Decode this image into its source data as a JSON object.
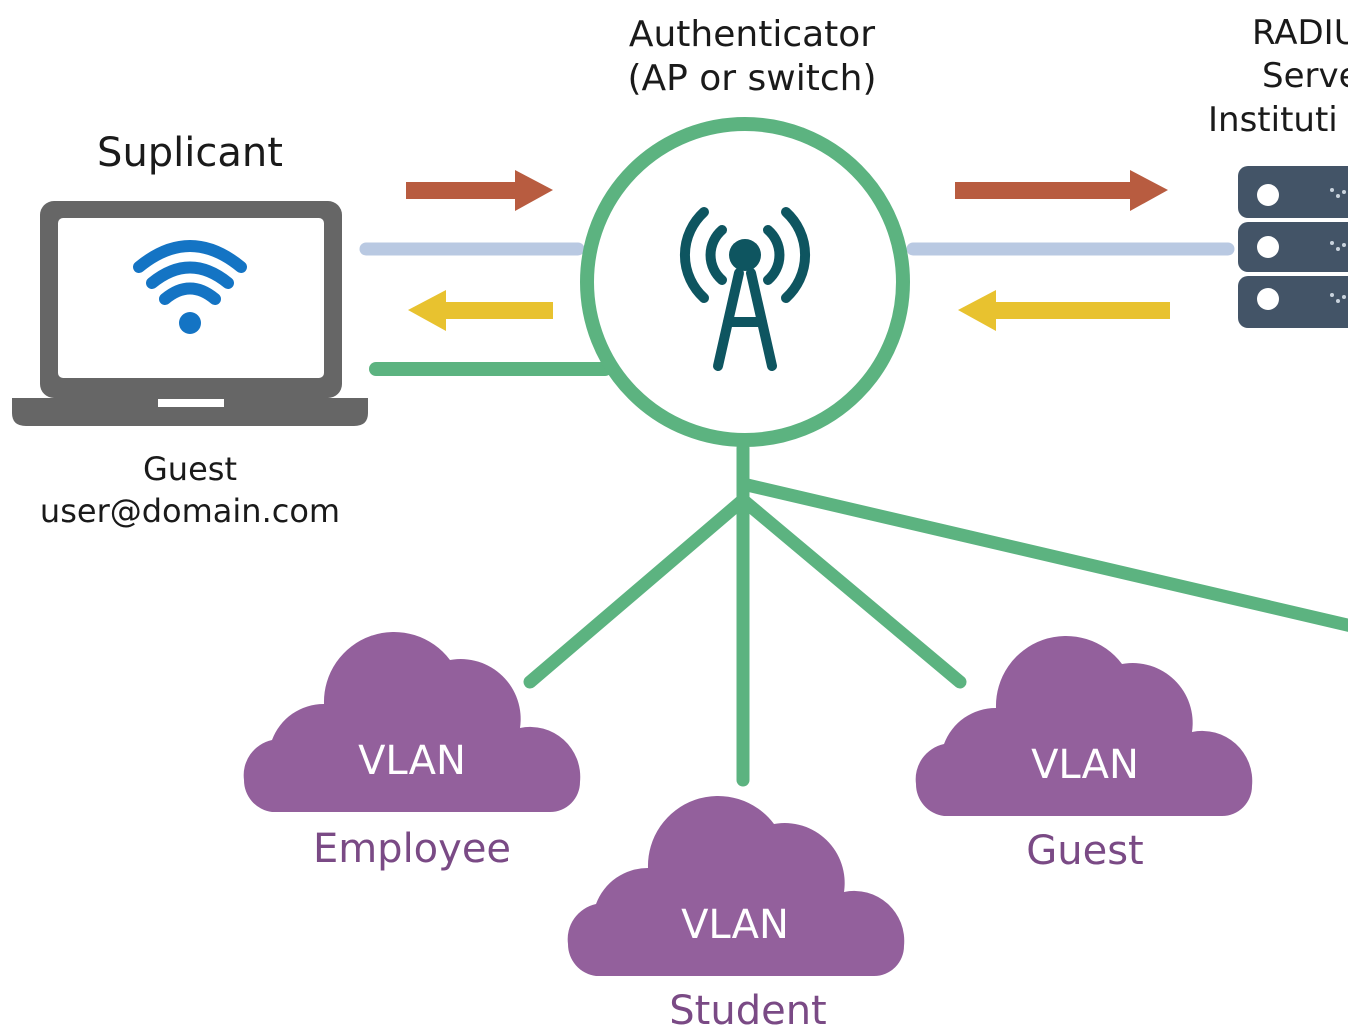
{
  "colors": {
    "green": "#5cb380",
    "purple": "#93609c",
    "purple_text": "#7a4a85",
    "orange_arrow": "#b85c40",
    "yellow_arrow": "#e8c22f",
    "blue_line": "#b9c9e2",
    "laptop_gray": "#666666",
    "wifi_blue": "#1474c4",
    "antenna": "#0e5560",
    "server": "#435467"
  },
  "icons": {
    "laptop": "laptop-icon",
    "wifi": "wifi-icon",
    "antenna": "antenna-tower-icon",
    "server": "server-rack-icon"
  },
  "supplicant": {
    "title": "Suplicant",
    "user_role": "Guest",
    "user_identity": "user@domain.com"
  },
  "authenticator": {
    "title_line1": "Authenticator",
    "title_line2": "(AP or switch)"
  },
  "radius": {
    "title_line1": "RADIU",
    "title_line2": "Serve",
    "title_line3": "Instituti"
  },
  "vlans": [
    {
      "cloud_label": "VLAN",
      "name": "Employee"
    },
    {
      "cloud_label": "VLAN",
      "name": "Student"
    },
    {
      "cloud_label": "VLAN",
      "name": "Guest"
    }
  ]
}
